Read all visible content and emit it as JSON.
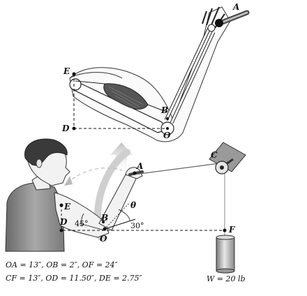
{
  "upper_figure": {
    "labels": {
      "A": "A",
      "E": "E",
      "B": "B",
      "D": "D",
      "O": "O"
    }
  },
  "lower_figure": {
    "labels": {
      "A": "A",
      "C": "C",
      "E": "E",
      "B": "B",
      "D": "D",
      "O": "O",
      "F": "F",
      "theta": "θ"
    },
    "angles": {
      "left": "45°",
      "right": "30°"
    }
  },
  "given": {
    "line1": "OA = 13″, OB = 2″, OF = 24″",
    "line2": "CF = 13″, OD = 11.50″, DE = 2.75″"
  },
  "weight": "W = 20 lb",
  "colors": {
    "muscle": "#555555",
    "arrow": "#bbbbbb",
    "skin": "#f2f2f2",
    "shirt": "#8a8a8a",
    "hair": "#3a3a3a"
  }
}
